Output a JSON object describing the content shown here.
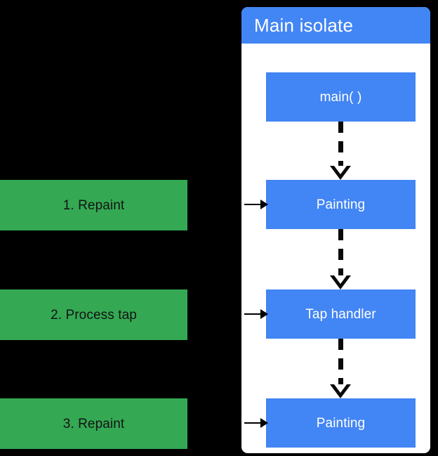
{
  "diagram": {
    "title": "Main isolate",
    "background_color": "#000000",
    "card_color": "#ffffff",
    "accent_blue": "#4285F4",
    "accent_green": "#34A853",
    "stages": [
      {
        "label": "1. Repaint",
        "color": "#34A853",
        "icon": "stage-chip"
      },
      {
        "label": "2. Process tap",
        "color": "#34A853",
        "icon": "stage-chip"
      },
      {
        "label": "3. Repaint",
        "color": "#34A853",
        "icon": "stage-chip"
      }
    ],
    "nodes": [
      {
        "label": "main( )",
        "color": "#4285F4"
      },
      {
        "label": "Painting",
        "color": "#4285F4"
      },
      {
        "label": "Tap handler",
        "color": "#4285F4"
      },
      {
        "label": "Painting",
        "color": "#4285F4"
      }
    ],
    "connectors": {
      "vertical_style": "dashed-arrow-down",
      "horizontal_style": "solid-arrow-right",
      "count_vertical": 3,
      "count_horizontal": 3
    }
  }
}
